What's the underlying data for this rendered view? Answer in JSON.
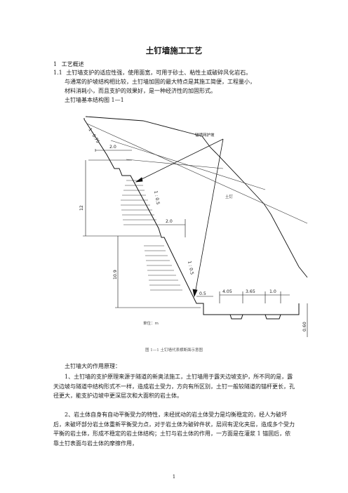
{
  "title": "土钉墙施工工艺",
  "section": {
    "number": "1",
    "title": "工艺概述"
  },
  "subsection": {
    "number": "1.1",
    "lines": [
      "土钉墙支护的适应性强，使用面宽，可用于砂土、粘性土或破碎风化岩石。",
      "与通常的护坡结构相比较，土钉墙加固的最大特点是其施工简便，工程量小，",
      "材料消耗小，而且支护的效果好，是一种经济性的加固形式。",
      "土钉墙基本结构图 1—1"
    ]
  },
  "figure": {
    "labels": {
      "slope_top": "1 : 0.75",
      "slope_mid": "1 : 0.5",
      "slope_low": "1 : 0.5",
      "bench1": "2.0",
      "bench2": "2.0",
      "height1": "12",
      "height2": "10.9",
      "toe": "0.5",
      "d1": "4.05",
      "d2": "3.65",
      "d3": "1.0",
      "depth": "0.60",
      "shotcrete": "锚喷网护坡",
      "nail": "土钉",
      "unit": "单位：m"
    },
    "caption": "图 1—1  土钉墙代表横断面示意图"
  },
  "body": {
    "heading": "土钉墙大的作用原理：",
    "para1": "1、土钉墙的支护原理来源于隧道的新奥法施工，土钉墙用于露天边坡支护，所不同的是，露天边坡与隧道中结构形式不一样，造成岩土受力，方向有所区别，土钉一般较隧道的锚杆更长，孔径更大，能支护边坡中更深层次和大面积的岩土体。",
    "para2": "2、岩土体自身有自动平衡受力的特性，未经扰动的岩土体受力是均衡稳定的，经人为破坏后，未破坏部分岩土体重新平衡受力点，对于岩土体为破碎件状，层间有泥化夹层，造成多个受力平衡的岩土体，形成不稳定的岩土体结构；土钉与岩土体的作用，一方面是在灌浆 1 锚固后，依靠土钉表面与岩土体的摩擦作用，"
  },
  "page_number": "1"
}
